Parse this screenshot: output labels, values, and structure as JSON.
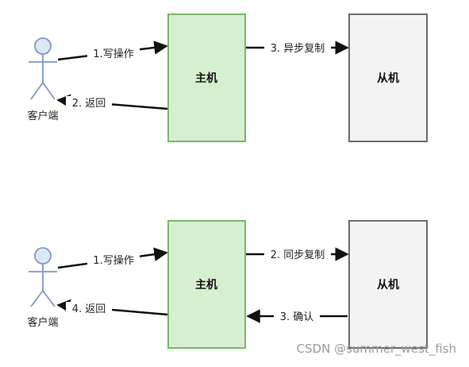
{
  "colors": {
    "host_fill": "#d6efcf",
    "host_stroke": "#78b865",
    "replica_fill": "#f3f3f3",
    "replica_stroke": "#6b6b6b",
    "actor_fill": "#dde8f6",
    "actor_stroke": "#7e97c6",
    "arrow": "#111111"
  },
  "top": {
    "client_label": "客户端",
    "host_label": "主机",
    "replica_label": "从机",
    "write_label": "1.写操作",
    "return_label": "2. 返回",
    "replicate_label": "3. 异步复制"
  },
  "bottom": {
    "client_label": "客户端",
    "host_label": "主机",
    "replica_label": "从机",
    "write_label": "1.写操作",
    "return_label": "4. 返回",
    "replicate_label": "2. 同步复制",
    "ack_label": "3. 确认"
  },
  "watermark": "CSDN @summer_west_fish"
}
